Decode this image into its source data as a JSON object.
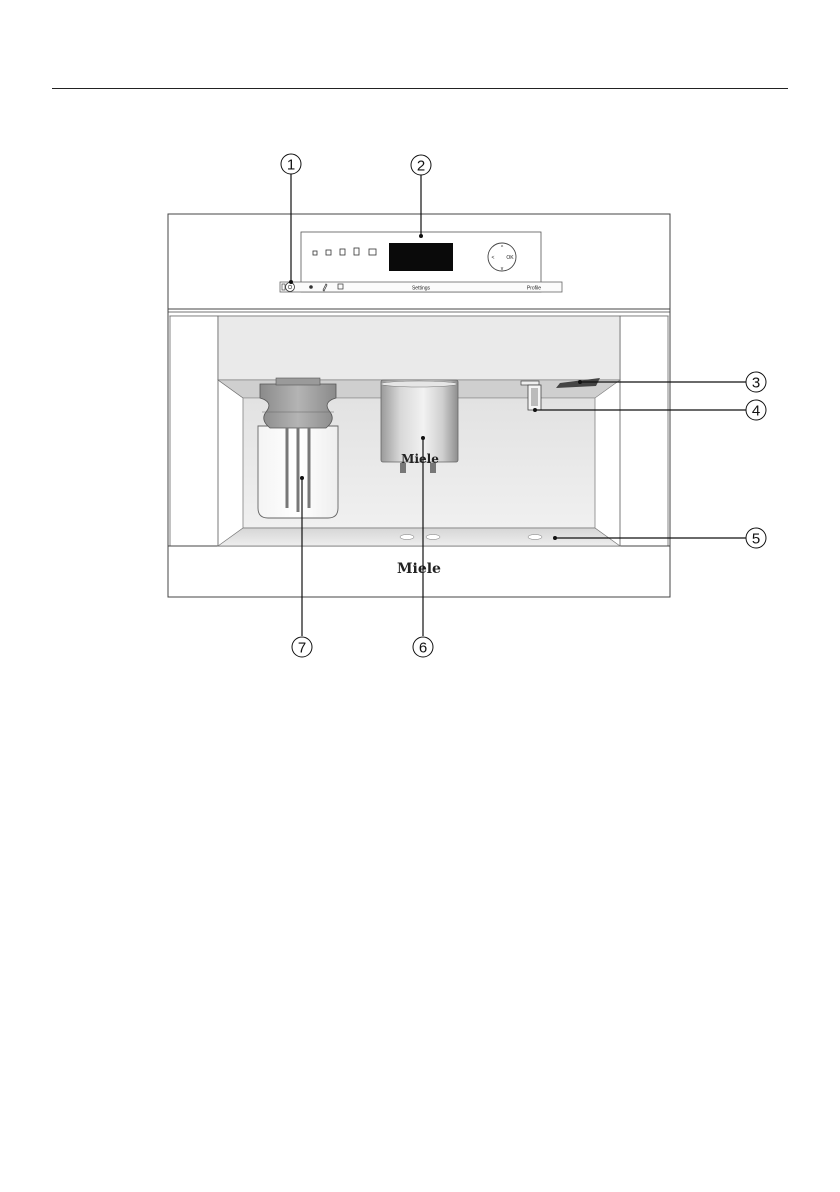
{
  "callouts": [
    {
      "number": "1",
      "target": "on-off-sensor"
    },
    {
      "number": "2",
      "target": "control-panel-display"
    },
    {
      "number": "3",
      "target": "cup-light-sensor"
    },
    {
      "number": "4",
      "target": "hot-water-dispenser"
    },
    {
      "number": "5",
      "target": "drip-tray"
    },
    {
      "number": "6",
      "target": "central-spout"
    },
    {
      "number": "7",
      "target": "milk-flask"
    }
  ],
  "panel": {
    "settings_label": "Settings",
    "profile_label": "Profile",
    "ok_label": "OK"
  },
  "brand": {
    "front_logo": "Miele",
    "spout_logo": "Miele"
  },
  "colors": {
    "line": "#222222",
    "display": "#0a0a0a",
    "spout_metal": "#c9c9c9",
    "flask_lid": "#a0a0a0"
  }
}
